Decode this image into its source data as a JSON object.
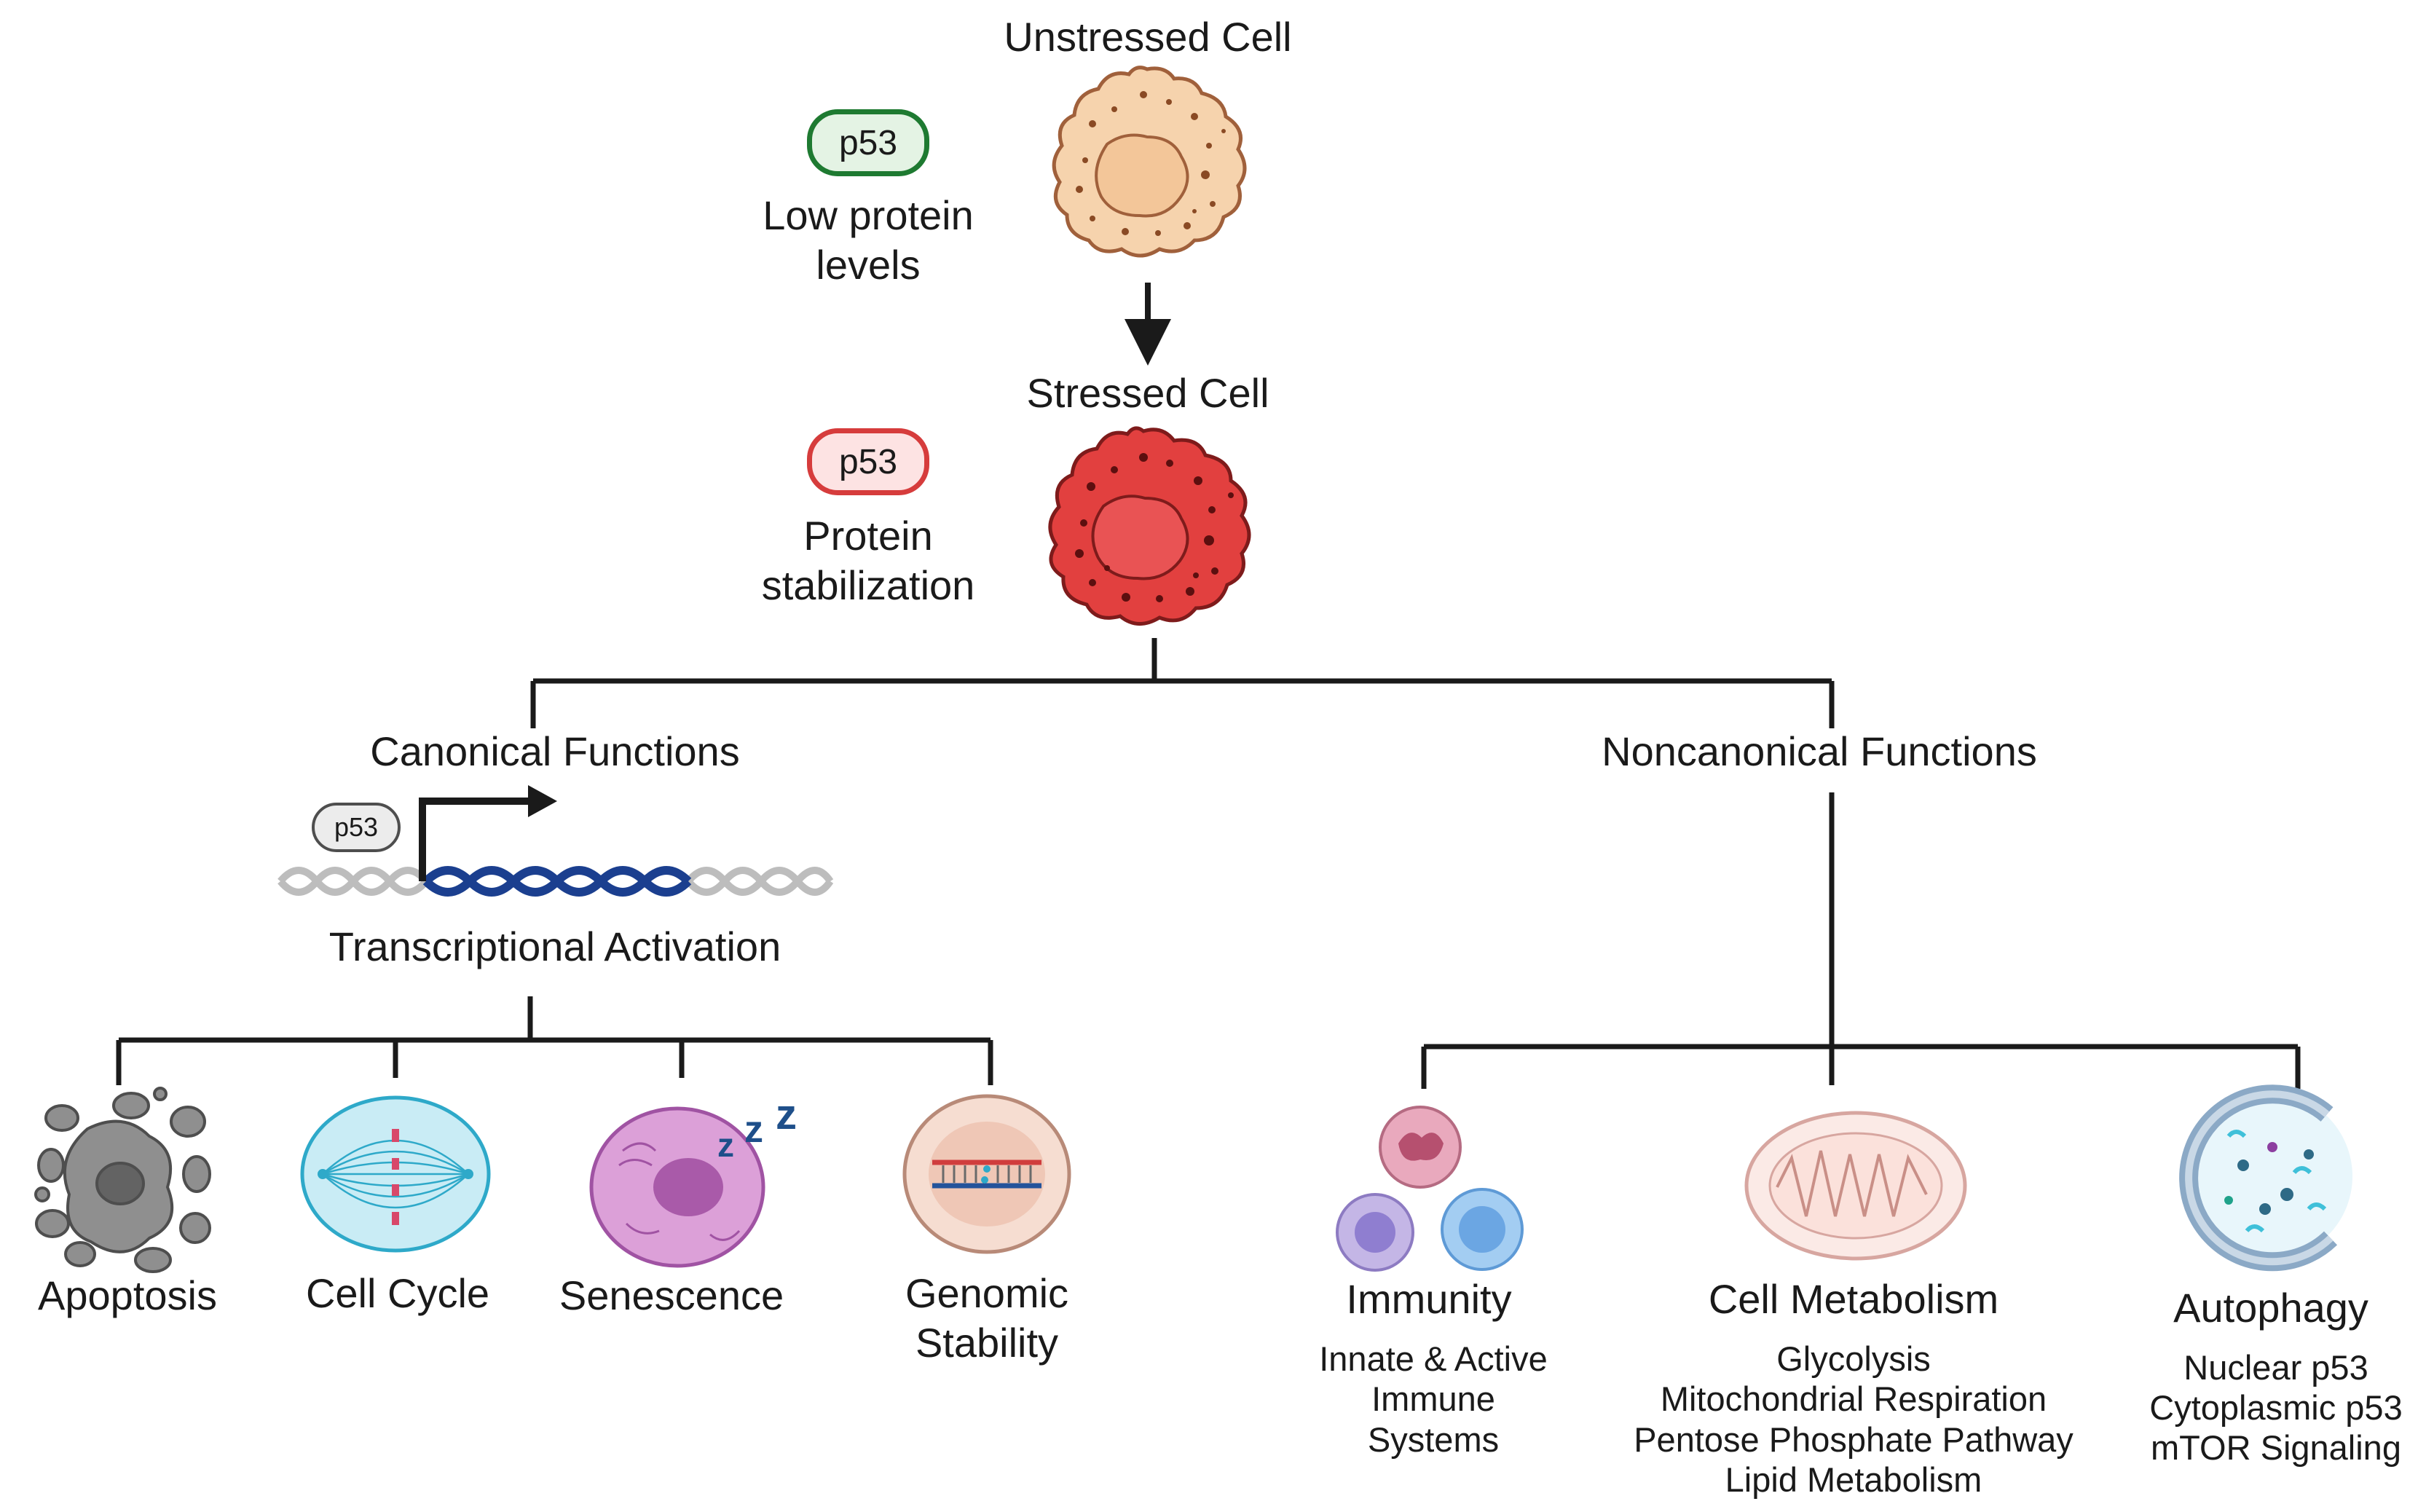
{
  "top": {
    "unstressed_title": "Unstressed Cell",
    "unstressed_p53": "p53",
    "unstressed_note_1": "Low protein",
    "unstressed_note_2": "levels",
    "stressed_title": "Stressed Cell",
    "stressed_p53": "p53",
    "stressed_note_1": "Protein",
    "stressed_note_2": "stabilization"
  },
  "canonical": {
    "title": "Canonical Functions",
    "p53_label": "p53",
    "transcription": "Transcriptional Activation",
    "items": [
      {
        "label": "Apoptosis"
      },
      {
        "label": "Cell Cycle"
      },
      {
        "label": "Senescence"
      },
      {
        "label_1": "Genomic",
        "label_2": "Stability"
      }
    ]
  },
  "noncanonical": {
    "title": "Noncanonical Functions",
    "items": [
      {
        "label": "Immunity",
        "details": [
          "Innate & Active",
          "Immune",
          "Systems"
        ]
      },
      {
        "label": "Cell Metabolism",
        "details": [
          "Glycolysis",
          "Mitochondrial Respiration",
          "Pentose Phosphate Pathway",
          "Lipid Metabolism"
        ]
      },
      {
        "label": "Autophagy",
        "details": [
          "Nuclear p53",
          "Cytoplasmic p53",
          "mTOR Signaling"
        ]
      }
    ]
  },
  "colors": {
    "unstressed_cell": "#f6d3ad",
    "stressed_cell": "#e2403f",
    "p53_low_border": "#1e7a31",
    "p53_low_fill": "#e4f3e4",
    "p53_high_border": "#d63c3c",
    "p53_high_fill": "#fde3e3",
    "dna_active": "#1b3f8f",
    "dna_inactive": "#bdbdbd",
    "line": "#1a1a1a"
  }
}
